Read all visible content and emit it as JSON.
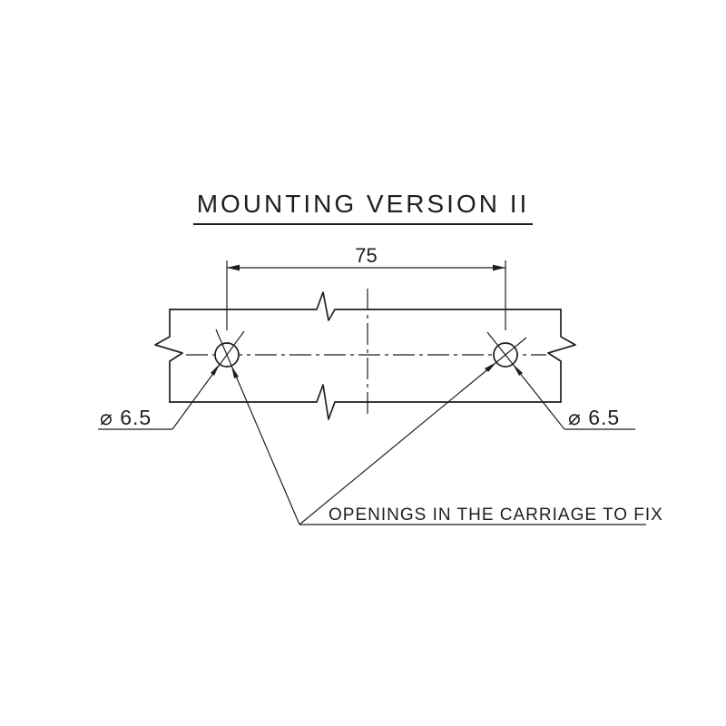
{
  "colors": {
    "line": "#1f1f1f",
    "background": "#ffffff"
  },
  "drawing": {
    "title": "MOUNTING VERSION II",
    "dimensions": {
      "hole_spacing": "75",
      "hole_diameter_left": "⌀ 6.5",
      "hole_diameter_right": "⌀ 6.5"
    },
    "note": "OPENINGS IN THE CARRIAGE TO FIX"
  }
}
